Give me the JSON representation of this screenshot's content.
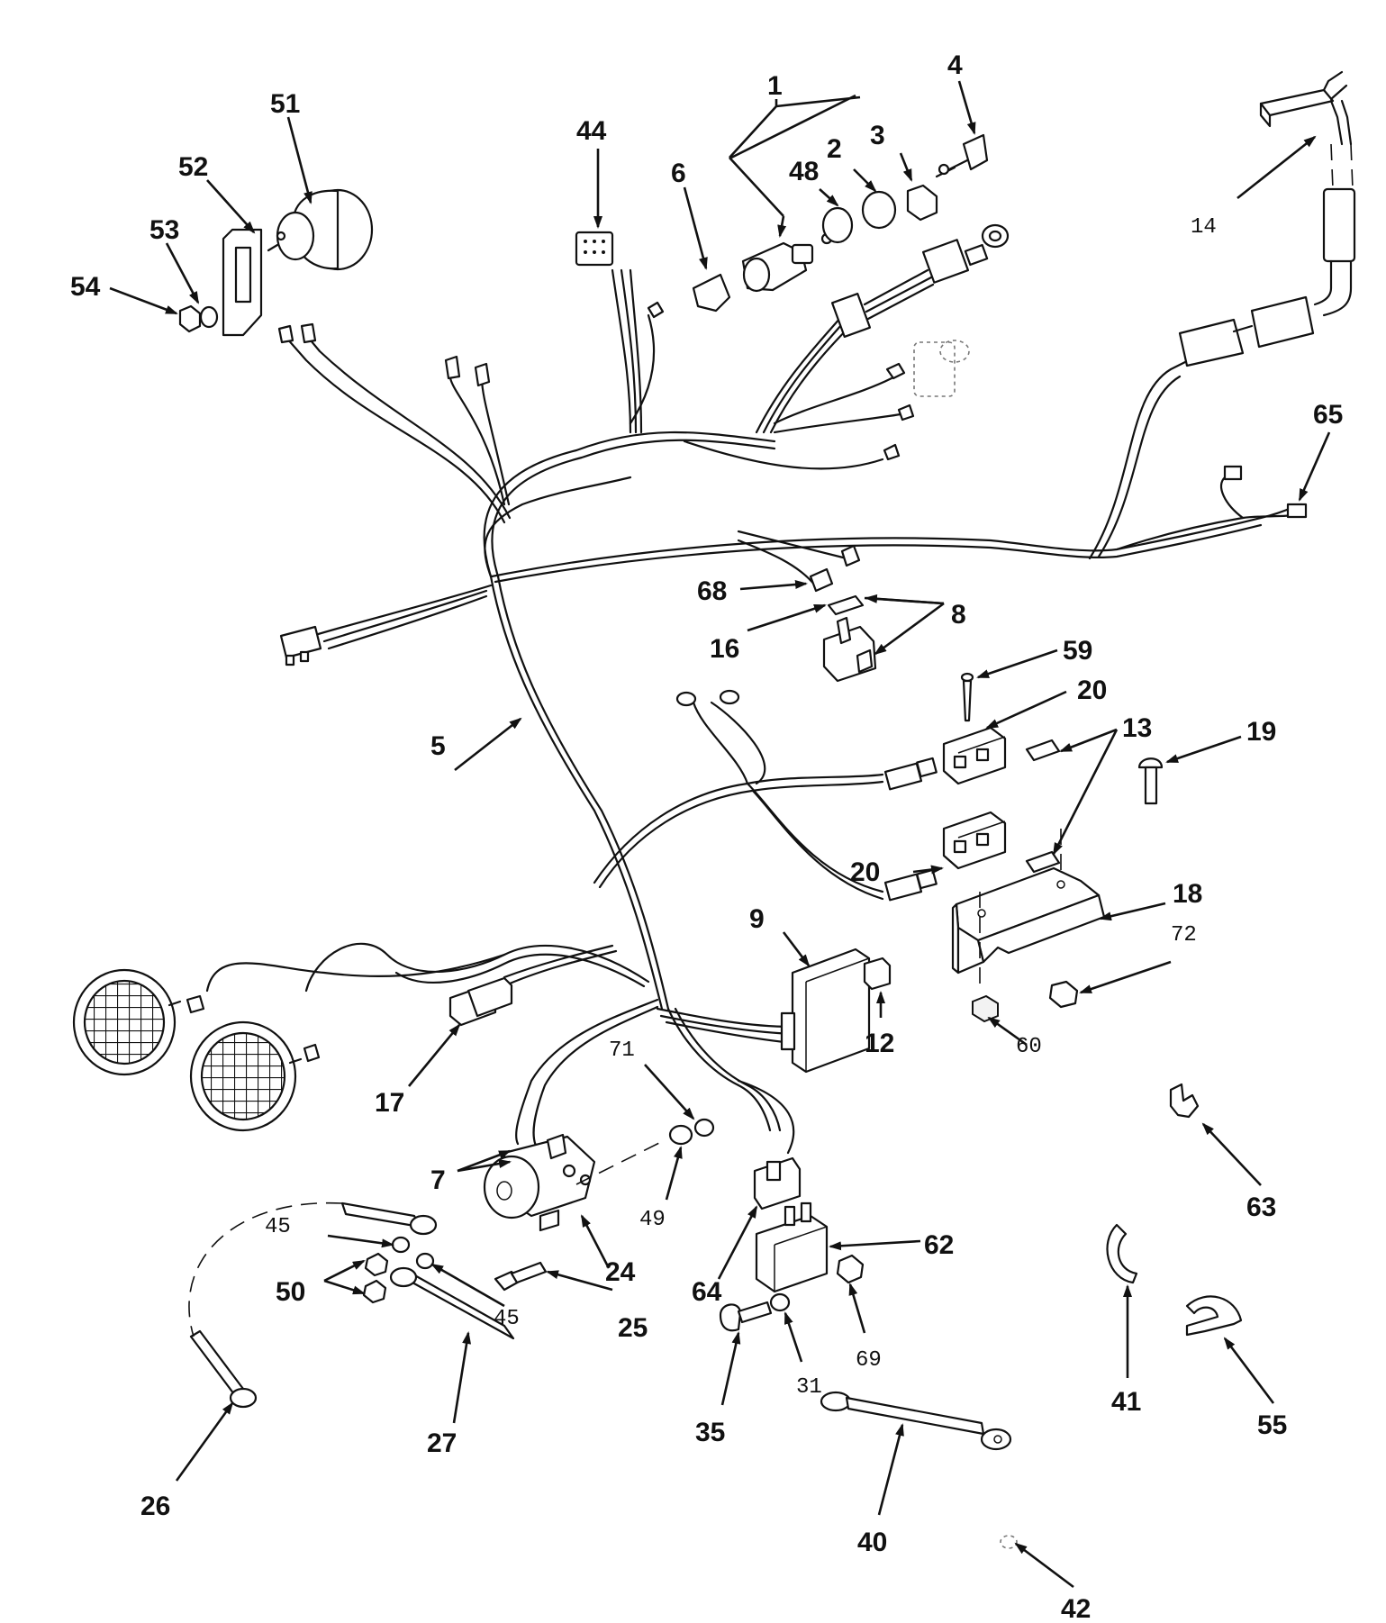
{
  "callouts": {
    "c1": "1",
    "c2": "2",
    "c3": "3",
    "c4": "4",
    "c5": "5",
    "c6": "6",
    "c7": "7",
    "c8": "8",
    "c9": "9",
    "c12": "12",
    "c13": "13",
    "c14": "14",
    "c16": "16",
    "c17": "17",
    "c18": "18",
    "c19": "19",
    "c20a": "20",
    "c20b": "20",
    "c24": "24",
    "c25": "25",
    "c26": "26",
    "c27": "27",
    "c31": "31",
    "c35": "35",
    "c40": "40",
    "c41": "41",
    "c42": "42",
    "c44": "44",
    "c45a": "45",
    "c45b": "45",
    "c48": "48",
    "c49": "49",
    "c50": "50",
    "c51": "51",
    "c52": "52",
    "c53": "53",
    "c54": "54",
    "c55": "55",
    "c59": "59",
    "c60": "60",
    "c62": "62",
    "c63": "63",
    "c64": "64",
    "c65": "65",
    "c68": "68",
    "c69": "69",
    "c71": "71",
    "c72": "72"
  }
}
